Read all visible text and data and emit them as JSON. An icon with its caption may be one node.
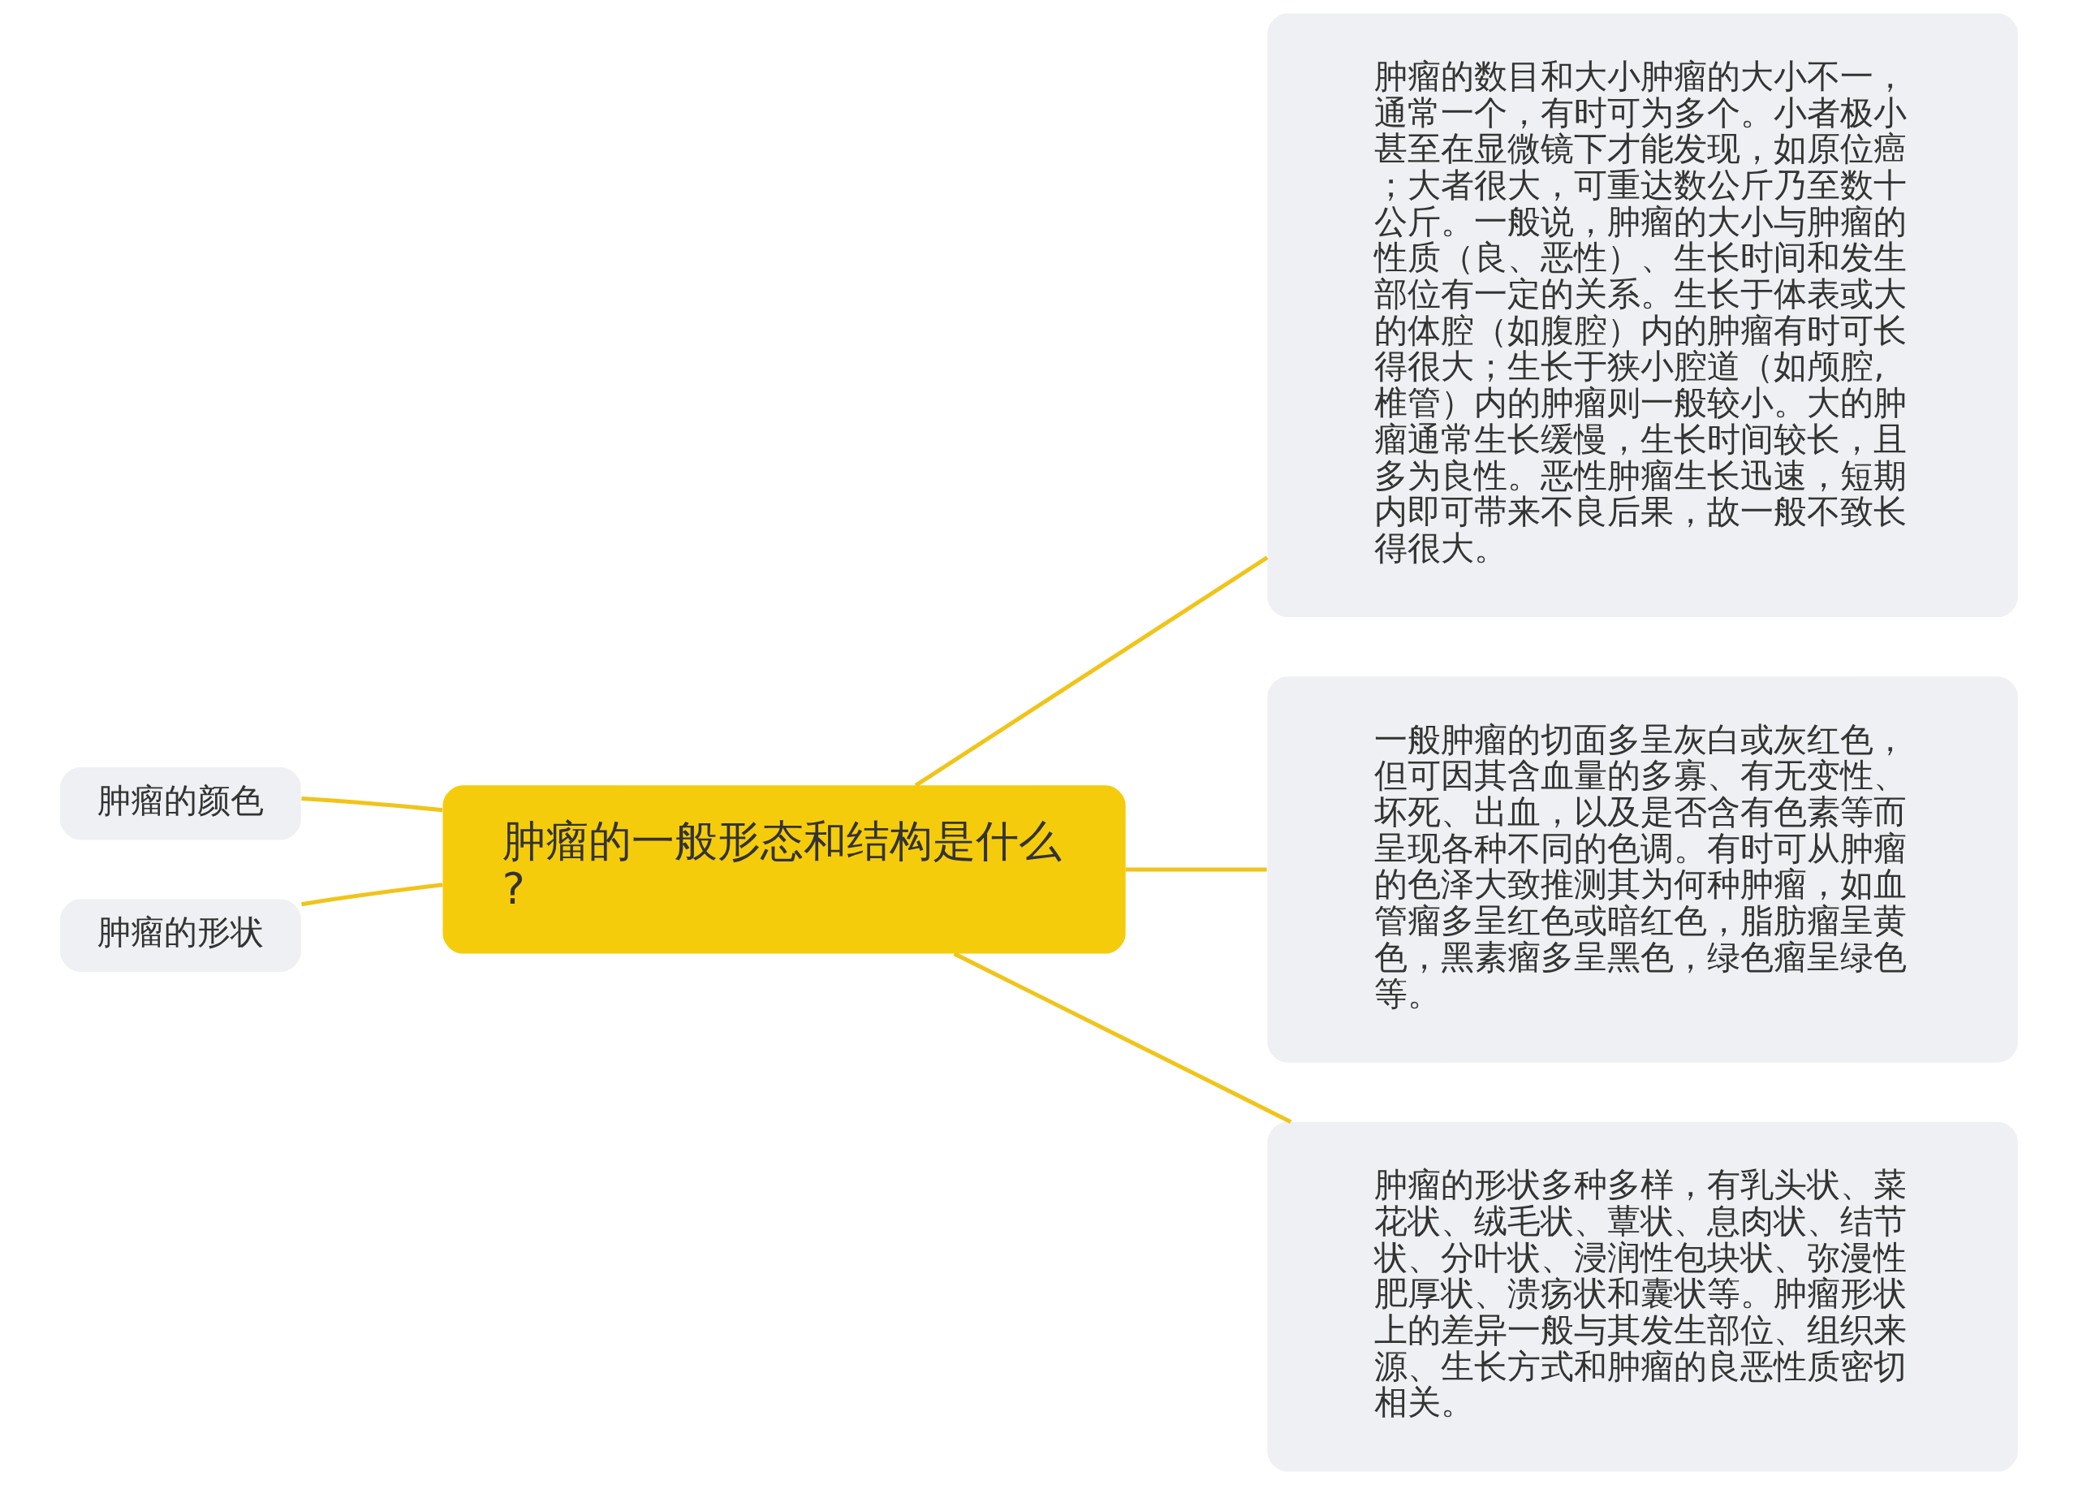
{
  "diagram": {
    "nodes": [
      {
        "text": [
          "肿瘤的一般形态和结构是什么?"
        ]
      },
      {
        "text": [
          "肿瘤的数目和大小肿瘤的大小不一，通常一个，有时可为多个。小者极小甚至在显微镜下才能发现，如原位癌；大者很大，可重达数公斤乃至数十公斤。一般说，肿瘤的大小与肿瘤的性质（良、恶性）、生长时间和发生部位有一定的关系。生长于体表或大的体腔（如腹腔）内的肿瘤有时可长得很大；生长于狭小腔道（如颅腔,椎管）内的肿瘤则一般较小。大的肿瘤通常生长缓慢，生长时间较长，且多为良性。恶性肿瘤生长迅速，短期内即可带来不良后果，故一般不致长得很大。"
        ]
      },
      {
        "text": [
          "一般肿瘤的切面多呈灰白或灰红色，但可因其含血量的多寡、有无变性、坏死、出血，以及是否含有色素等而呈现各种不同的色调。有时可从肿瘤的色泽大致推测其为何种肿瘤，如血管瘤多呈红色或暗红色，脂肪瘤呈黄色，黑素瘤多呈黑色，绿色瘤呈绿色等。"
        ]
      },
      {
        "text": [
          "肿瘤的形状多种多样，有乳头状、菜花状、绒毛状、蕈状、息肉状、结节状、分叶状、浸润性包块状、弥漫性肥厚状、溃疡状和囊状等。肿瘤形状上的差异一般与其发生部位、组织来源、生长方式和肿瘤的良恶性质密切相关。"
        ]
      },
      {
        "text": [
          "肿瘤的颜色"
        ]
      },
      {
        "text": [
          "肿瘤的形状"
        ]
      }
    ],
    "edges": [
      {
        "from": 0,
        "to": 1,
        "arrow": "none"
      },
      {
        "from": 0,
        "to": 2,
        "arrow": "none"
      },
      {
        "from": 0,
        "to": 3,
        "arrow": "none"
      },
      {
        "from": 0,
        "to": 4,
        "arrow": "none"
      },
      {
        "from": 0,
        "to": 5,
        "arrow": "none"
      }
    ]
  }
}
